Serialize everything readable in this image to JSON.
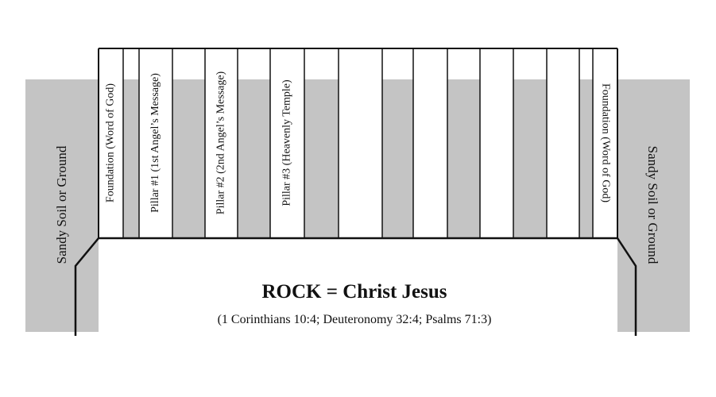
{
  "left_soil_label": "Sandy Soil or Ground",
  "right_soil_label": "Sandy Soil or Ground",
  "columns": [
    {
      "label": "Foundation (Word of God)",
      "shaded": false
    },
    {
      "label": "",
      "shaded": true
    },
    {
      "label": "Pillar #1 (1st Angel’s Message)",
      "shaded": false
    },
    {
      "label": "",
      "shaded": true
    },
    {
      "label": "Pillar #2 (2nd Angel’s Message)",
      "shaded": false
    },
    {
      "label": "",
      "shaded": true
    },
    {
      "label": "Pillar #3 (Heavenly Temple)",
      "shaded": false
    },
    {
      "label": "",
      "shaded": true
    },
    {
      "label": "",
      "shaded": false
    },
    {
      "label": "",
      "shaded": true
    },
    {
      "label": "",
      "shaded": false
    },
    {
      "label": "",
      "shaded": true
    },
    {
      "label": "",
      "shaded": false
    },
    {
      "label": "",
      "shaded": true
    },
    {
      "label": "",
      "shaded": false
    },
    {
      "label": "",
      "shaded": true
    },
    {
      "label": "Foundation (Word of God)",
      "shaded": false
    }
  ],
  "rock_title": "ROCK = Christ Jesus",
  "rock_references": "(1 Corinthians 10:4; Deuteronomy 32:4; Psalms 71:3)",
  "colors": {
    "soil": "#c4c4c4",
    "line": "#111111",
    "column_fill": "#ffffff"
  }
}
